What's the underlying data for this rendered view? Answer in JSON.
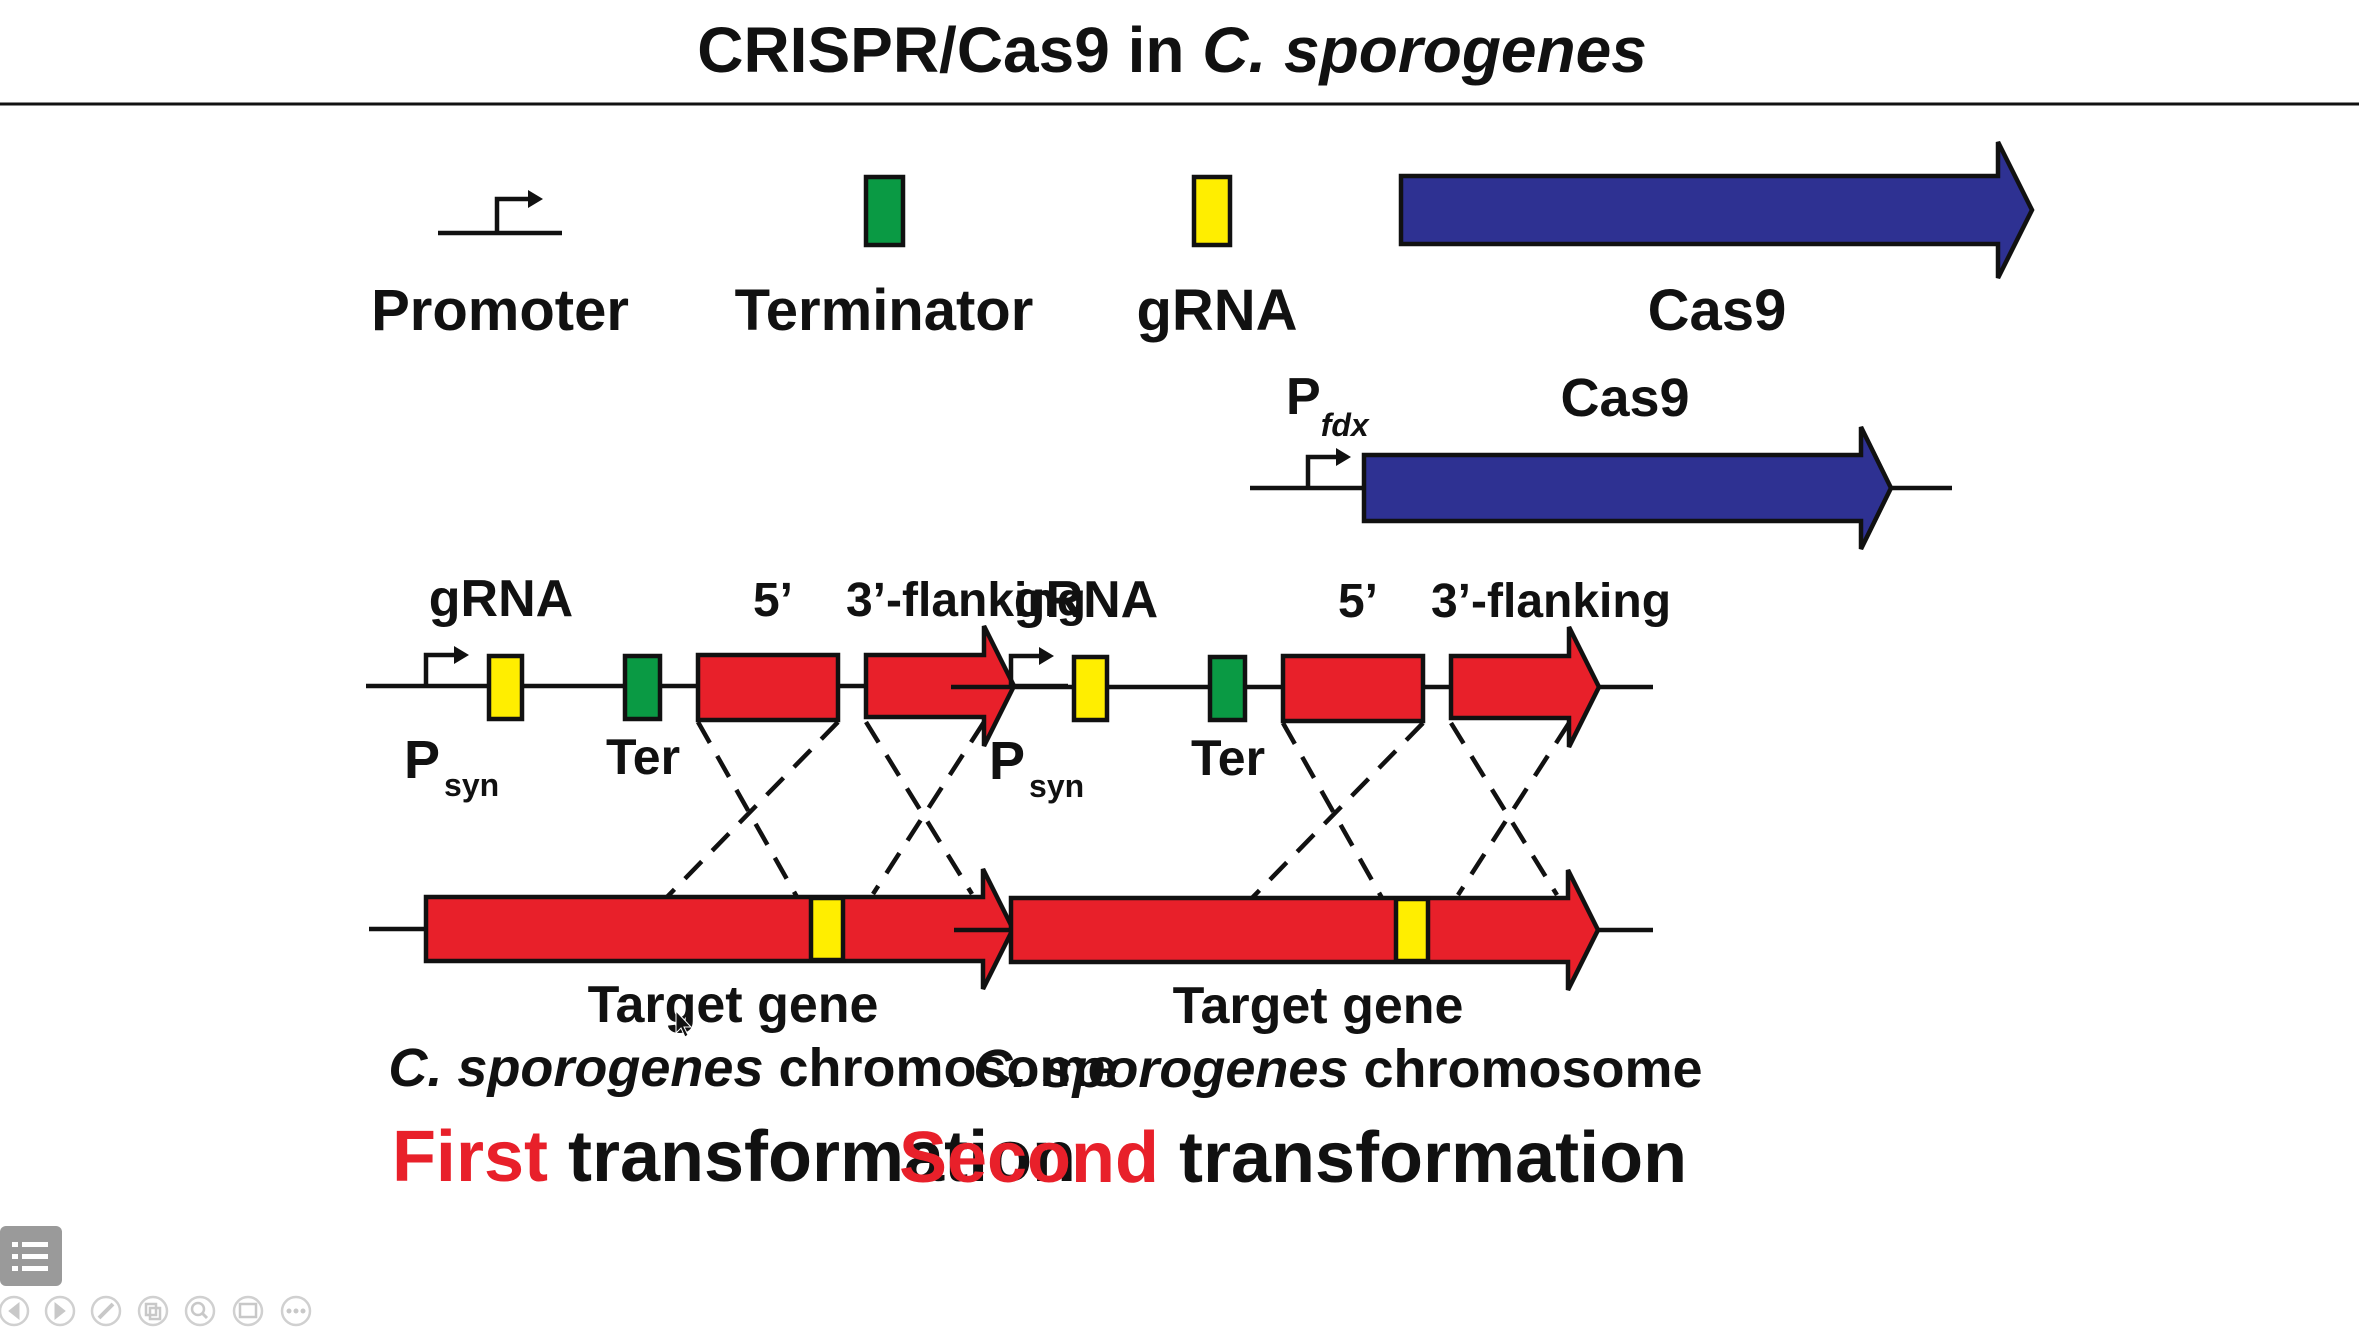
{
  "slide": {
    "title_prefix": "CRISPR/Cas9 in ",
    "title_italic": "C. sporogenes"
  },
  "legend": {
    "promoter": "Promoter",
    "terminator": "Terminator",
    "grna": "gRNA",
    "cas9": "Cas9"
  },
  "cas9_construct": {
    "promoter_main": "P",
    "promoter_sub": "fdx",
    "gene_label": "Cas9"
  },
  "panels": [
    {
      "grna_label": "gRNA",
      "five_label": "5’",
      "three_label": "3’-flanking",
      "psyn_main": "P",
      "psyn_sub": "syn",
      "ter_label": "Ter",
      "target_label": "Target gene",
      "chromosome_italic": "C. sporogenes",
      "chromosome_rest": " chromosome",
      "transformation_highlight": "First",
      "transformation_rest": " transformation"
    },
    {
      "grna_label": "gRNA",
      "five_label": "5’",
      "three_label": "3’-flanking",
      "psyn_main": "P",
      "psyn_sub": "syn",
      "ter_label": "Ter",
      "target_label": "Target gene",
      "chromosome_italic": "C. sporogenes",
      "chromosome_rest": " chromosome",
      "transformation_highlight": "Second",
      "transformation_rest": " transformation"
    }
  ],
  "colors": {
    "red": "#e8202a",
    "yellow": "#ffee00",
    "green": "#0a9a44",
    "blue": "#2e3192",
    "black": "#111111"
  },
  "icons": [
    "menu-list-icon",
    "prev-icon",
    "next-icon",
    "pen-icon",
    "copy-icon",
    "zoom-icon",
    "screen-icon",
    "more-icon"
  ]
}
